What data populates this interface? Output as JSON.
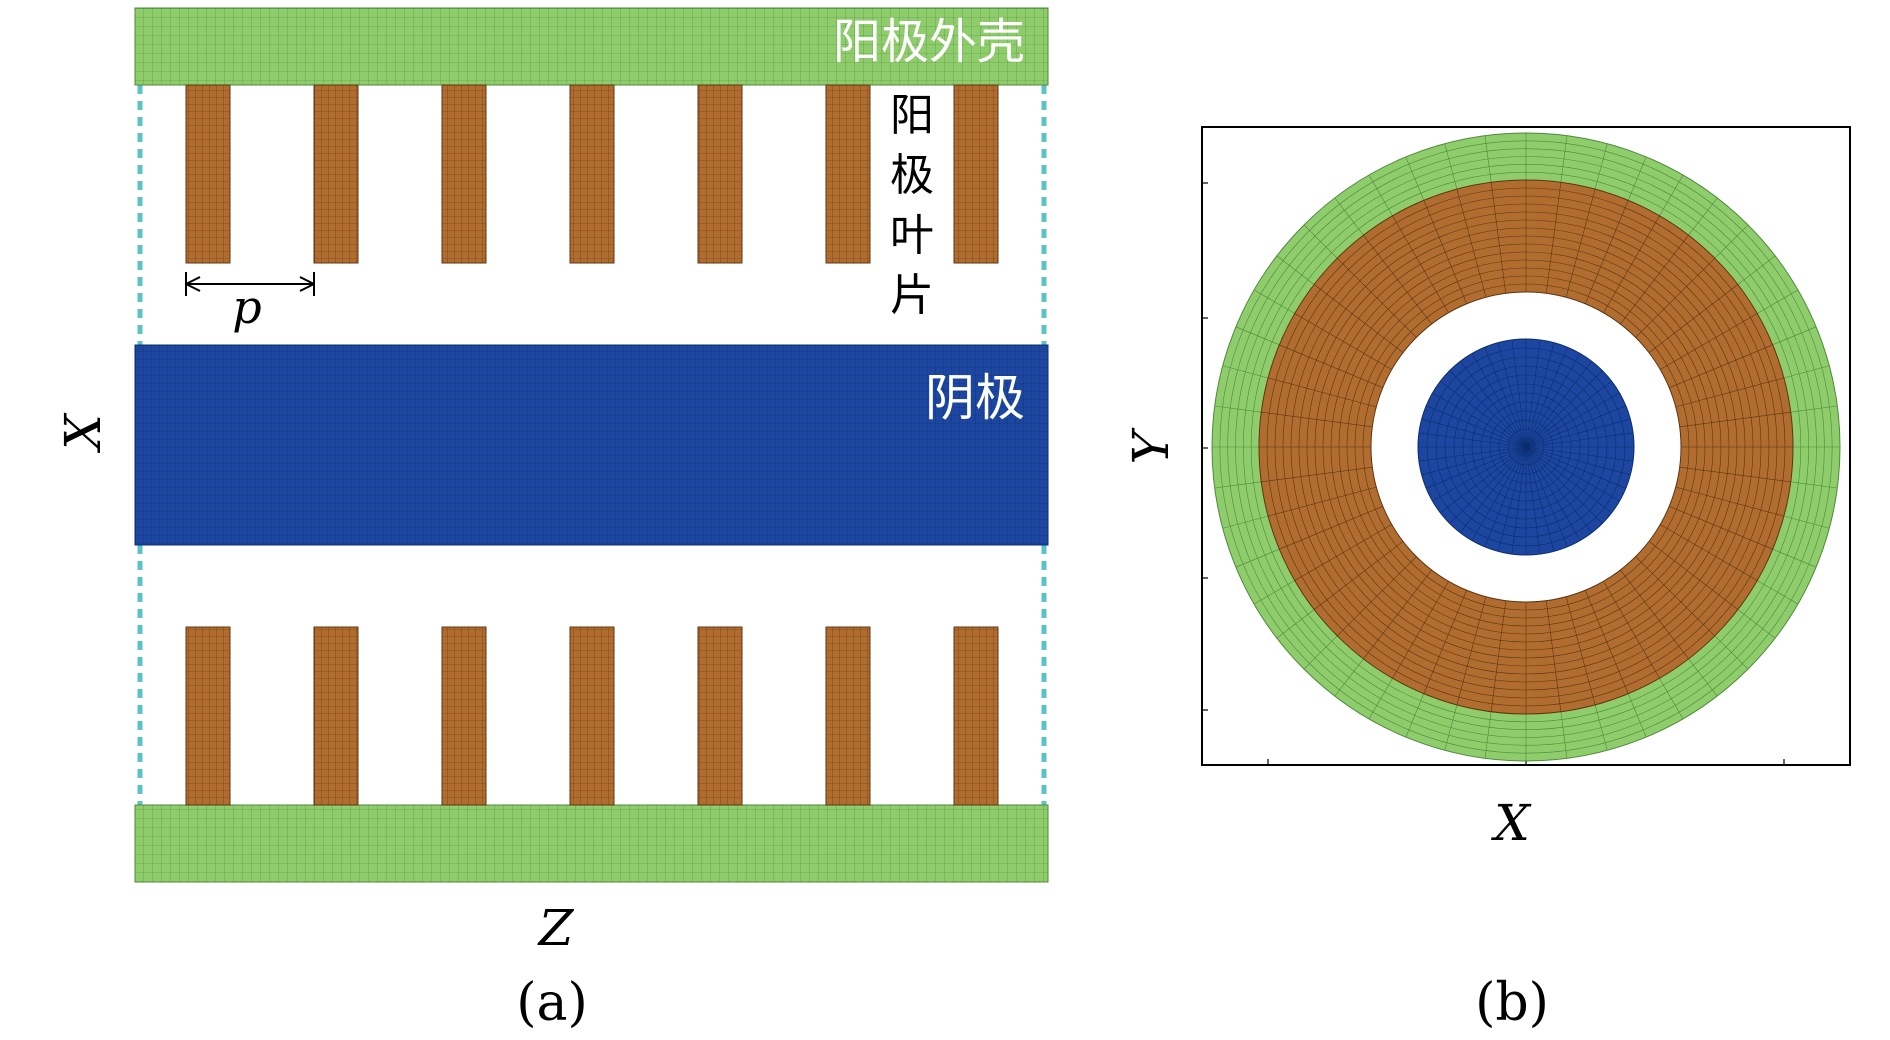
{
  "panel_a": {
    "caption": "(a)",
    "labels": {
      "anode_shell": "阳极外壳",
      "anode_vane": [
        "阳",
        "极",
        "叶",
        "片"
      ],
      "cathode": "阴极",
      "period": "p",
      "axis_horizontal": "Z",
      "axis_vertical": "X"
    },
    "vane_count_per_row": 7
  },
  "panel_b": {
    "caption": "(b)",
    "labels": {
      "axis_horizontal": "X",
      "axis_vertical": "Y"
    }
  },
  "colors": {
    "anode_shell": "#8fcc6c",
    "anode_vane": "#b16d30",
    "cathode": "#1c46a0",
    "boundary": "#5bc3c6",
    "mesh_line": "#3c3c3c",
    "frame": "#000000"
  }
}
